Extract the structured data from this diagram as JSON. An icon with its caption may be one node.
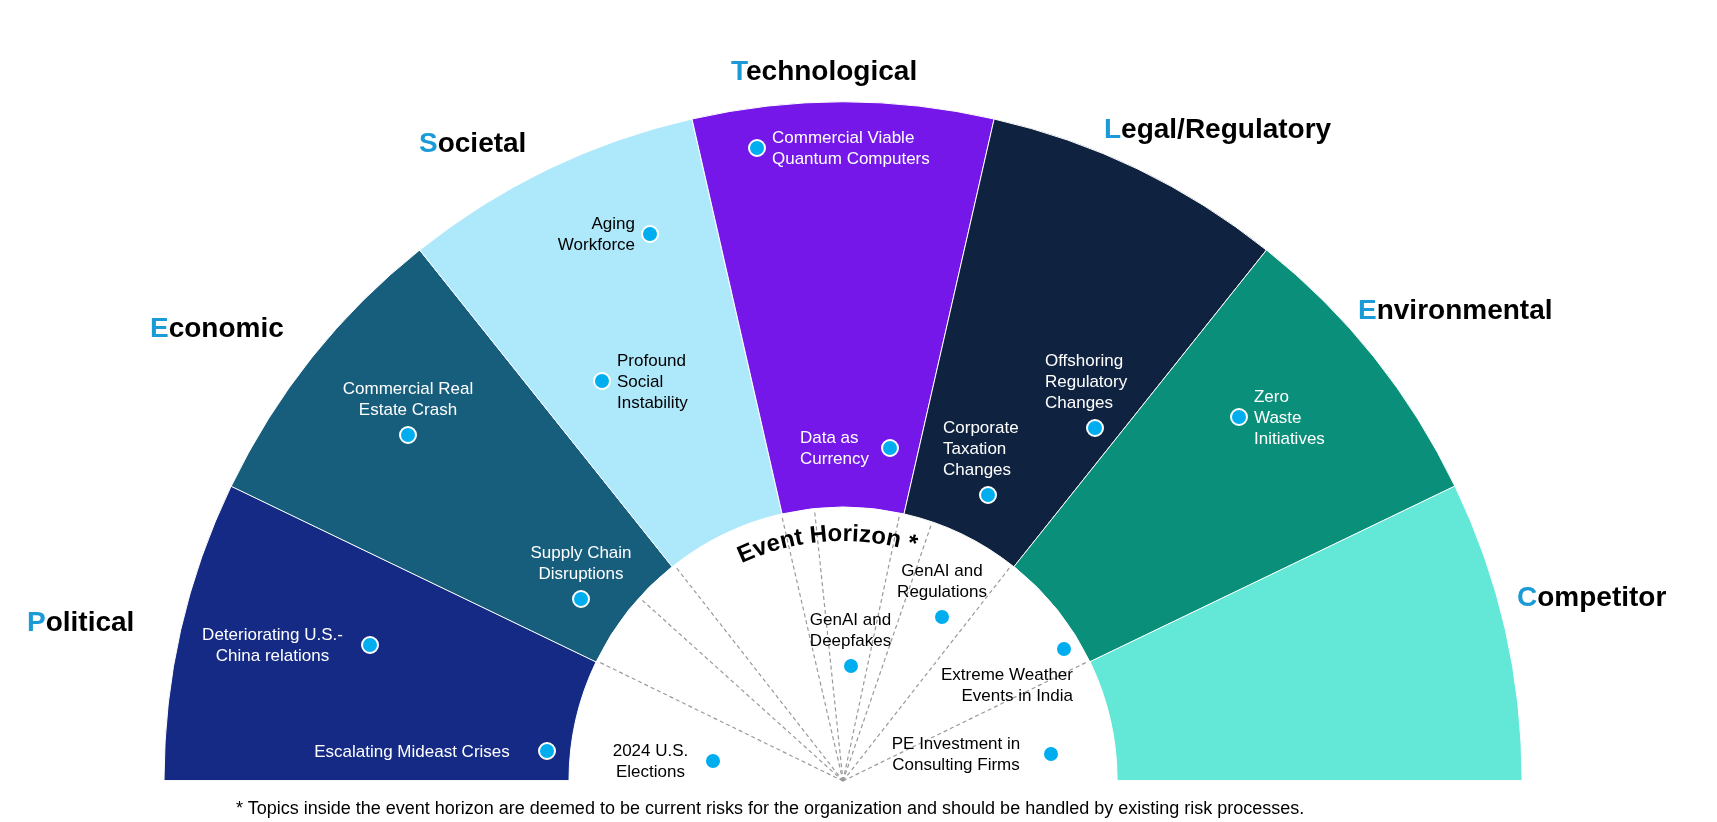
{
  "diagram": {
    "caption": "* Topics inside the event horizon are deemed to be current risks for the organization and should be handled by existing risk processes.",
    "nodes": [
      {
        "text": [
          "Political"
        ]
      },
      {
        "text": [
          "Deteriorating U.S.-China relations"
        ],
        "in": 0
      },
      {
        "text": [
          "Escalating Mideast Crises"
        ],
        "in": 0
      },
      {
        "text": [
          "Economic"
        ]
      },
      {
        "text": [
          "Commercial Real Estate Crash"
        ],
        "in": 3
      },
      {
        "text": [
          "Supply Chain Disruptions"
        ],
        "in": 3
      },
      {
        "text": [
          "Societal"
        ]
      },
      {
        "text": [
          "Aging Workforce"
        ],
        "in": 6
      },
      {
        "text": [
          "Profound Social Instability"
        ],
        "in": 6
      },
      {
        "text": [
          "Technological"
        ]
      },
      {
        "text": [
          "Commercial Viable Quantum Computers"
        ],
        "in": 9
      },
      {
        "text": [
          "Data as Currency"
        ],
        "in": 9
      },
      {
        "text": [
          "Legal/Regulatory"
        ]
      },
      {
        "text": [
          "Corporate Taxation Changes"
        ],
        "in": 12
      },
      {
        "text": [
          "Offshoring Regulatory Changes"
        ],
        "in": 12
      },
      {
        "text": [
          "Environmental"
        ]
      },
      {
        "text": [
          "Zero Waste Initiatives"
        ],
        "in": 15
      },
      {
        "text": [
          "Competitor"
        ]
      },
      {
        "text": [
          "Event Horizon *"
        ]
      },
      {
        "text": [
          "2024 U.S. Elections"
        ],
        "in": 18
      },
      {
        "text": [
          "GenAI and Deepfakes"
        ],
        "in": 18
      },
      {
        "text": [
          "GenAI and Regulations"
        ],
        "in": 18
      },
      {
        "text": [
          "Extreme Weather Events in India"
        ],
        "in": 18
      },
      {
        "text": [
          "PE Investment in Consulting Firms"
        ],
        "in": 18
      }
    ]
  }
}
